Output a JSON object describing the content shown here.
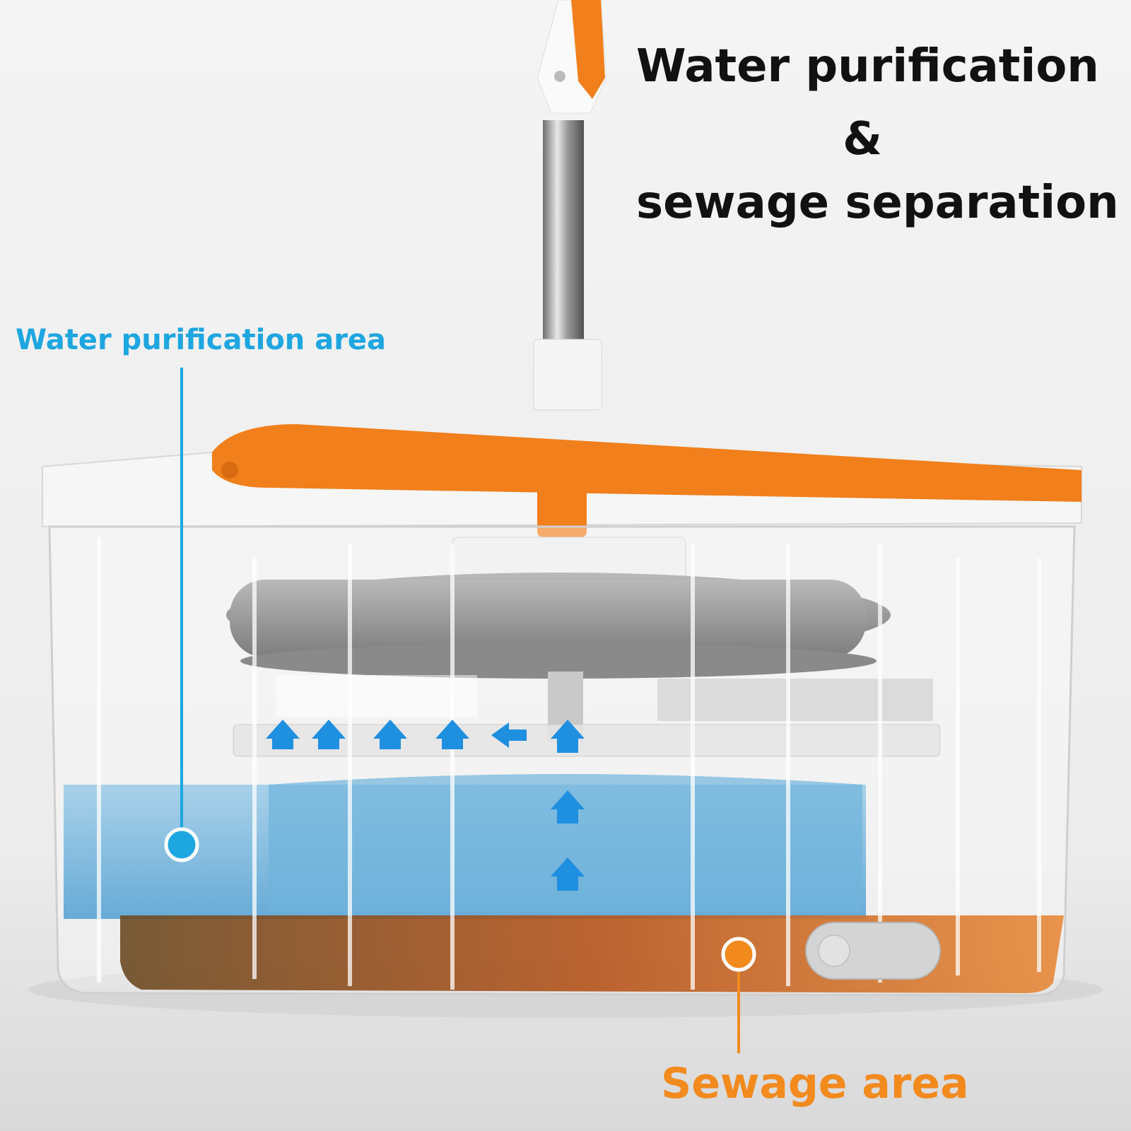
{
  "headline": {
    "line1": "Water purification",
    "line2": "&",
    "line3": "sewage separation"
  },
  "callouts": {
    "water_area": {
      "label": "Water purification area",
      "color": "#1ea6e0"
    },
    "sewage_area": {
      "label": "Sewage area",
      "color": "#f28a1e"
    }
  },
  "colors": {
    "background": "#efefef",
    "accent_orange": "#f07f1c",
    "clean_water_blue": "#6fb4dc",
    "sewage_brown": "#b8642a",
    "flow_arrow_blue": "#1f8fe0"
  },
  "icons": [
    "up-arrow-icon",
    "left-arrow-icon"
  ]
}
